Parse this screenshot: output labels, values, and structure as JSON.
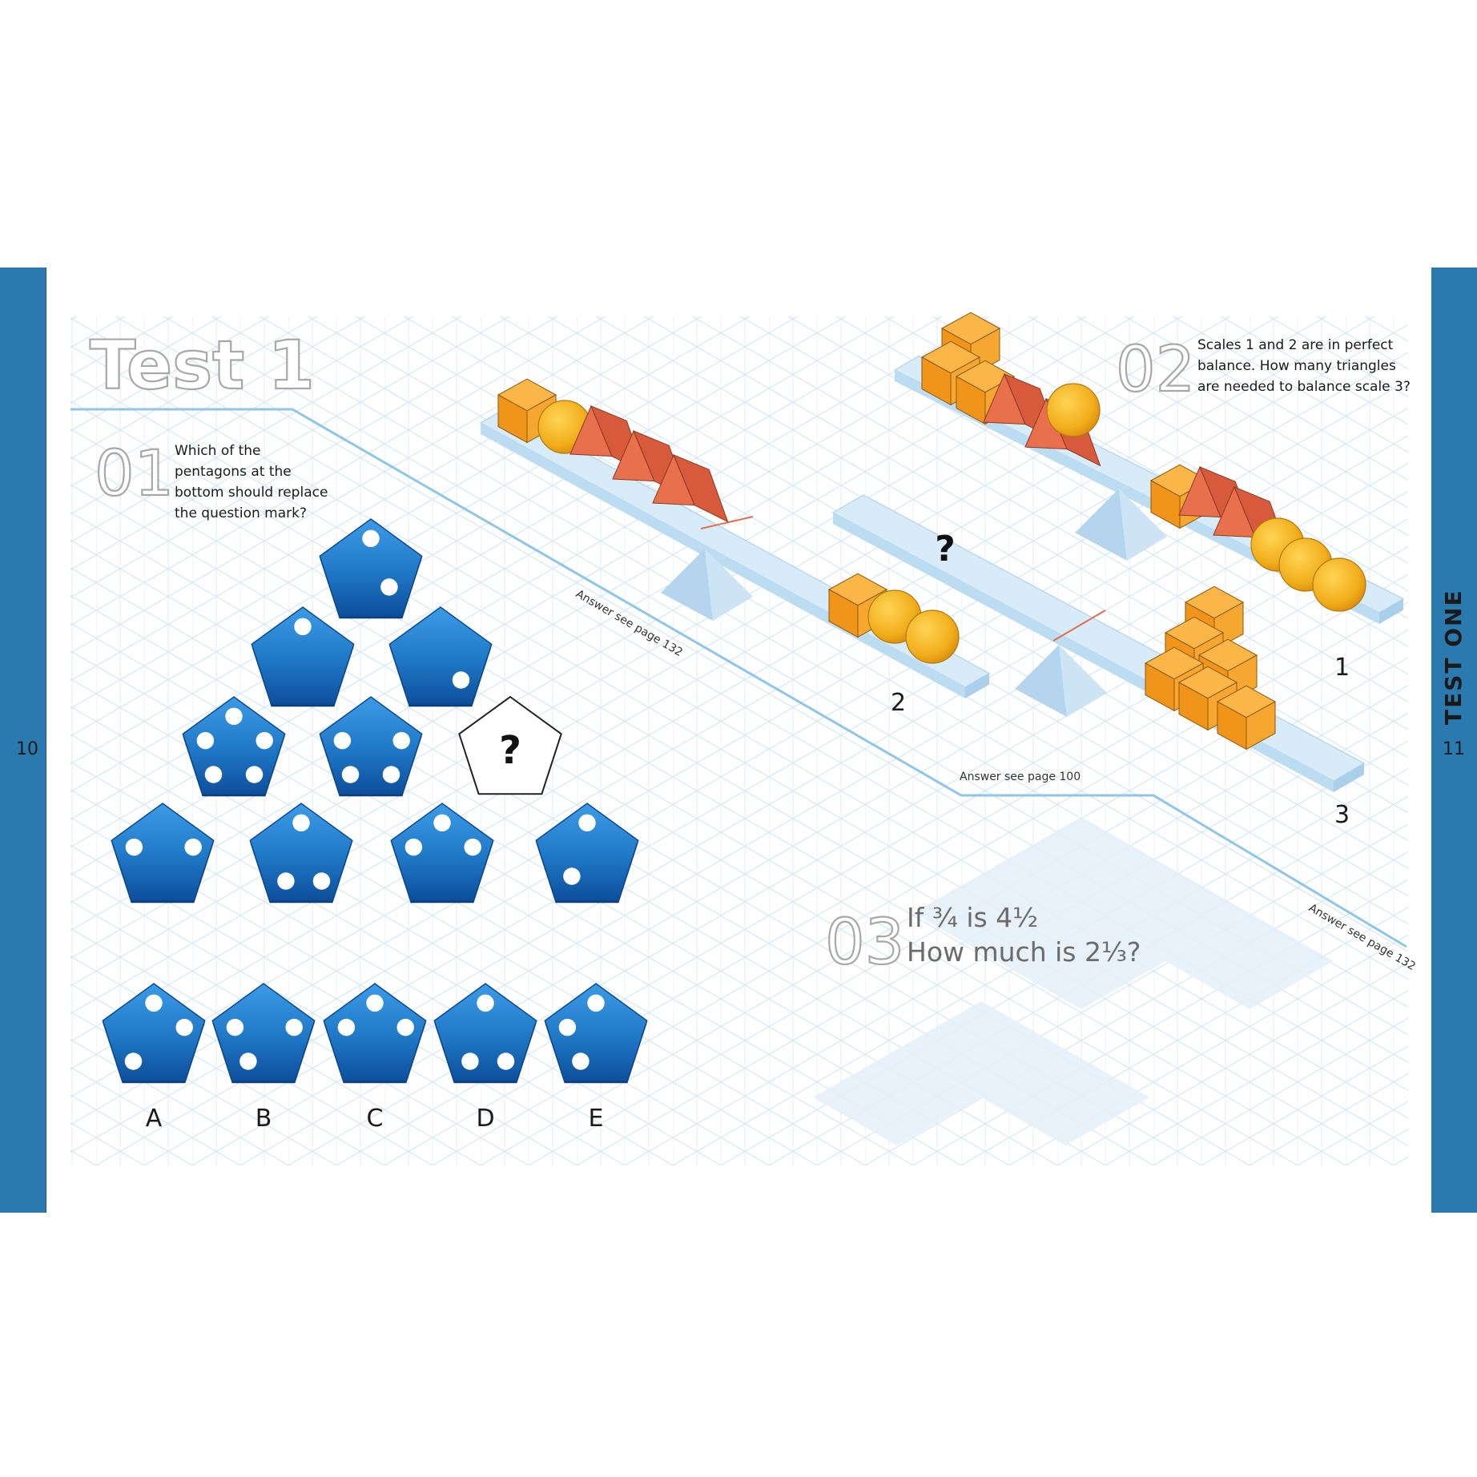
{
  "page": {
    "left_page_number": "10",
    "right_page_number": "11",
    "running_head": "TEST ONE",
    "title": "Test 1"
  },
  "colors": {
    "band": "#2a7ab0",
    "pentagon": "#1e78c8",
    "cube": "#f5a12a",
    "ball": "#f2b021",
    "triangle": "#e26a4a",
    "beam": "#d7ecf8",
    "guide_line": "#8fc6e8"
  },
  "q1": {
    "number": "01",
    "question_lines": [
      "Which of the",
      "pentagons at the",
      "bottom should replace",
      "the question mark?"
    ],
    "unknown_mark": "?",
    "answer_ref": "Answer see page 132",
    "grid_dots": [
      [
        [
          0.5,
          0.2
        ],
        [
          0.68,
          0.7
        ]
      ],
      [
        [
          0.5,
          0.2
        ]
      ],
      [
        [
          0.7,
          0.75
        ]
      ],
      [
        [
          0.5,
          0.2
        ],
        [
          0.22,
          0.45
        ],
        [
          0.8,
          0.45
        ],
        [
          0.3,
          0.8
        ],
        [
          0.7,
          0.8
        ]
      ],
      [
        [
          0.22,
          0.45
        ],
        [
          0.8,
          0.45
        ],
        [
          0.3,
          0.8
        ],
        [
          0.7,
          0.8
        ]
      ],
      null,
      [
        [
          0.22,
          0.45
        ],
        [
          0.8,
          0.45
        ]
      ],
      [
        [
          0.5,
          0.2
        ],
        [
          0.35,
          0.8
        ],
        [
          0.7,
          0.8
        ]
      ],
      [
        [
          0.5,
          0.2
        ],
        [
          0.22,
          0.45
        ],
        [
          0.8,
          0.45
        ]
      ],
      [
        [
          0.5,
          0.2
        ],
        [
          0.35,
          0.75
        ]
      ]
    ],
    "options": [
      {
        "label": "A",
        "dots": [
          [
            0.5,
            0.2
          ],
          [
            0.8,
            0.45
          ],
          [
            0.3,
            0.8
          ]
        ]
      },
      {
        "label": "B",
        "dots": [
          [
            0.22,
            0.45
          ],
          [
            0.8,
            0.45
          ],
          [
            0.35,
            0.8
          ]
        ]
      },
      {
        "label": "C",
        "dots": [
          [
            0.5,
            0.2
          ],
          [
            0.22,
            0.45
          ],
          [
            0.8,
            0.45
          ]
        ]
      },
      {
        "label": "D",
        "dots": [
          [
            0.5,
            0.2
          ],
          [
            0.35,
            0.8
          ],
          [
            0.7,
            0.8
          ]
        ]
      },
      {
        "label": "E",
        "dots": [
          [
            0.5,
            0.2
          ],
          [
            0.22,
            0.45
          ],
          [
            0.35,
            0.8
          ]
        ]
      }
    ]
  },
  "q2": {
    "number": "02",
    "question_lines": [
      "Scales 1 and 2 are in perfect",
      "balance. How many triangles",
      "are needed to balance scale 3?"
    ],
    "scale_labels": [
      "1",
      "2",
      "3"
    ],
    "unknown_mark": "?",
    "answer_ref": "Answer see page 100"
  },
  "q3": {
    "number": "03",
    "lines": [
      "If ¾ is 4½",
      "How much is 2⅓?"
    ],
    "answer_ref": "Answer see page 132"
  }
}
